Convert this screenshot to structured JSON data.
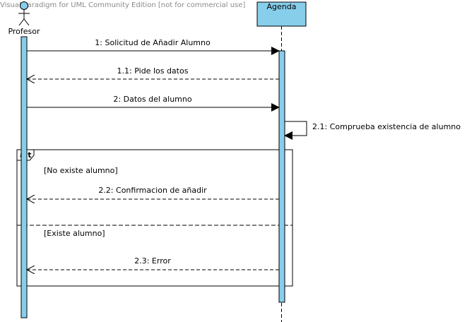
{
  "watermark": "Visual Paradigm for UML Community Edition [not for commercial use]",
  "actor": {
    "name": "Profesor"
  },
  "object": {
    "name": "Agenda"
  },
  "colors": {
    "activation": "#87CEEB",
    "object_fill": "#87CEEB",
    "line": "#000000",
    "watermark": "#8a8a8a"
  },
  "messages": [
    {
      "id": "m1",
      "label": "1: Solicitud de Añadir Alumno",
      "kind": "sync"
    },
    {
      "id": "m11",
      "label": "1.1: Pide los datos",
      "kind": "return"
    },
    {
      "id": "m2",
      "label": "2: Datos del alumno",
      "kind": "sync"
    },
    {
      "id": "m21",
      "label": "2.1: Comprueba existencia de alumno",
      "kind": "self"
    },
    {
      "id": "m22",
      "label": "2.2: Confirmacion de añadir",
      "kind": "return"
    },
    {
      "id": "m23",
      "label": "2.3: Error",
      "kind": "return"
    }
  ],
  "fragment": {
    "operator": "alt",
    "guards": [
      "[No existe alumno]",
      "[Existe alumno]"
    ]
  }
}
